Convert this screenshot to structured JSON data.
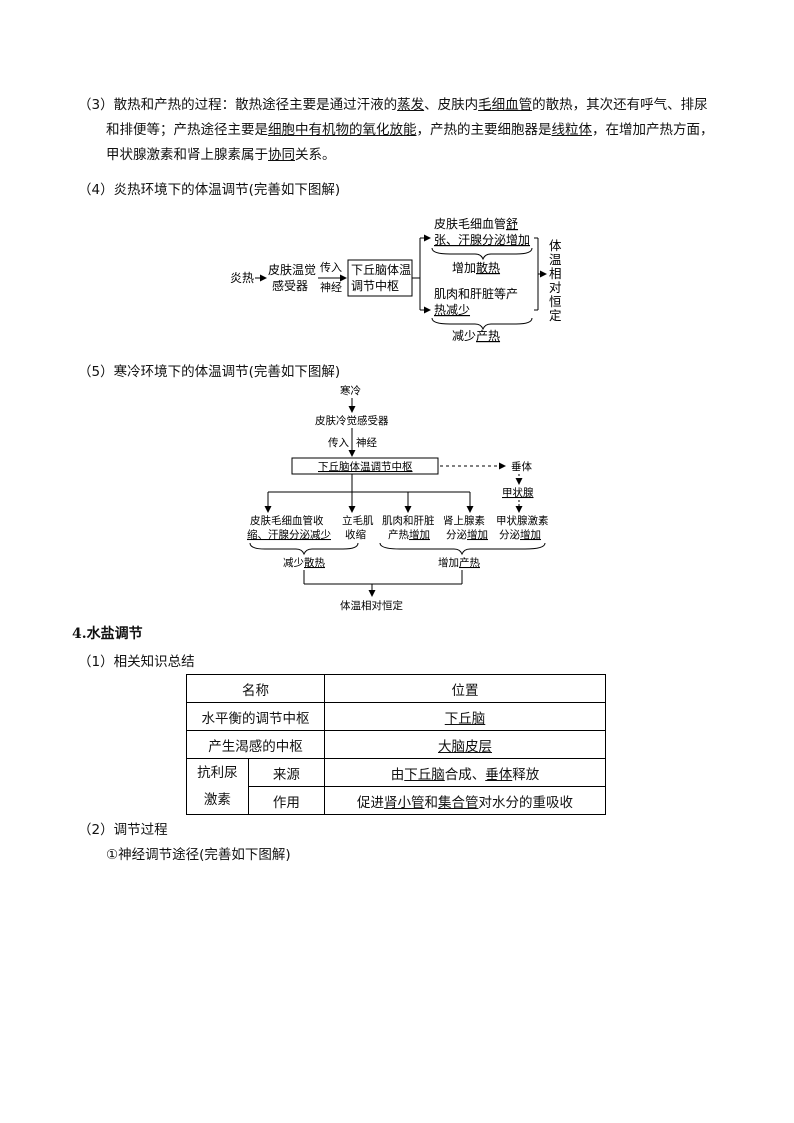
{
  "s3": {
    "label": "（3）",
    "t1": "散热和产热的过程：散热途径主要是通过汗液的",
    "u1": "蒸发",
    "t2": "、皮肤内",
    "u2": "毛细血管",
    "t3": "的散热，其次还有呼气、排尿",
    "t4": "和排便等；产热途径主要是",
    "u3": "细胞中有机物的氧化放能",
    "t5": "，产热的主要细胞器是",
    "u4": "线粒体",
    "t6": "，在增加产热方面，",
    "t7": "甲状腺激素和肾上腺素属于",
    "u5": "协同",
    "t8": "关系。"
  },
  "s4": {
    "title": "（4）炎热环境下的体温调节(完善如下图解)"
  },
  "hot": {
    "start": "炎热",
    "receptor1": "皮肤温觉",
    "receptor2": "感受器",
    "arrow1": "传入",
    "arrow2": "神经",
    "center1": "下丘脑体温",
    "center2": "调节中枢",
    "b1a": "皮肤毛细血管",
    "b1b": "舒",
    "b1c": "张、汗腺分泌增加",
    "b1d1": "增加",
    "b1d2": "散热",
    "b2a": "肌肉和肝脏等产",
    "b2b": "热减少",
    "b2c1": "减少",
    "b2c2": "产热",
    "result": [
      "体",
      "温",
      "相",
      "对",
      "恒",
      "定"
    ]
  },
  "s5": {
    "title": "（5）寒冷环境下的体温调节(完善如下图解)"
  },
  "cold": {
    "start": "寒冷",
    "receptor": "皮肤冷觉感受器",
    "arrow1": "传入",
    "arrow2": "神经",
    "center": "下丘脑体温调节中枢",
    "pituitary": "垂体",
    "thyroid": "甲状腺",
    "e1a": "皮肤毛细血管收",
    "e1b": "缩、汗腺分泌减少",
    "e2a": "立毛肌",
    "e2b": "收缩",
    "e3a": "肌肉和肝脏",
    "e3b1": "产热",
    "e3b2": "增加",
    "e4a": "肾上腺素",
    "e4b1": "分泌",
    "e4b2": "增加",
    "e5a": "甲状腺激素",
    "e5b1": "分泌",
    "e5b2": "增加",
    "g1a": "减少",
    "g1b": "散热",
    "g2a": "增加",
    "g2b": "产热",
    "result": "体温相对恒定"
  },
  "sec4": {
    "title": "4.水盐调节"
  },
  "sub1": {
    "title": "（1）相关知识总结"
  },
  "table": {
    "h1": "名称",
    "h2": "位置",
    "r1a": "水平衡的调节中枢",
    "r1b": "下丘脑",
    "r2a": "产生渴感的中枢",
    "r2b": "大脑皮层",
    "adh1": "抗利尿",
    "adh2": "激素",
    "src": "来源",
    "src_t1": "由",
    "src_u1": "下丘脑",
    "src_t2": "合成、",
    "src_u2": "垂体",
    "src_t3": "释放",
    "fn": "作用",
    "fn_t1": "促进",
    "fn_u1": "肾小管",
    "fn_t2": "和",
    "fn_u2": "集合管",
    "fn_t3": "对水分的重吸收"
  },
  "sub2": {
    "title": "（2）调节过程"
  },
  "sub2a": {
    "title": "①神经调节途径(完善如下图解)"
  }
}
